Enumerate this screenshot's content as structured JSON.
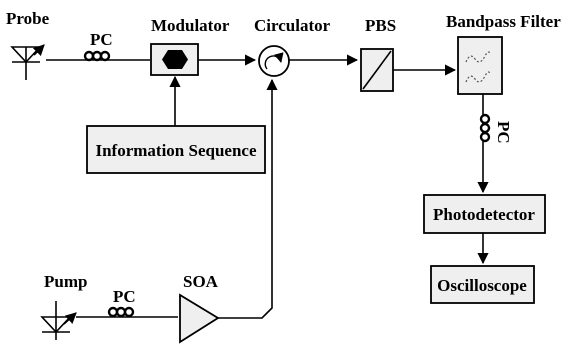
{
  "labels": {
    "probe": "Probe",
    "pc_top": "PC",
    "modulator": "Modulator",
    "circulator": "Circulator",
    "pbs": "PBS",
    "bandpass_filter": "Bandpass Filter",
    "pc_right": "PC",
    "information_sequence": "Information Sequence",
    "photodetector": "Photodetector",
    "pump": "Pump",
    "pc_bottom": "PC",
    "soa": "SOA",
    "oscilloscope": "Oscilloscope"
  },
  "icons": {
    "probe_laser": "laser-diode-icon",
    "pump_laser": "laser-diode-icon",
    "polarization_controller": "fiber-loops-icon",
    "modulator": "hexagon-icon",
    "circulator": "circular-arrow-icon",
    "pbs": "diagonal-splitter-icon",
    "bandpass_filter": "dashed-wave-icon",
    "soa": "triangle-amplifier-icon"
  },
  "colors": {
    "line": "#000000",
    "box_fill": "#efefef",
    "background": "#ffffff"
  }
}
